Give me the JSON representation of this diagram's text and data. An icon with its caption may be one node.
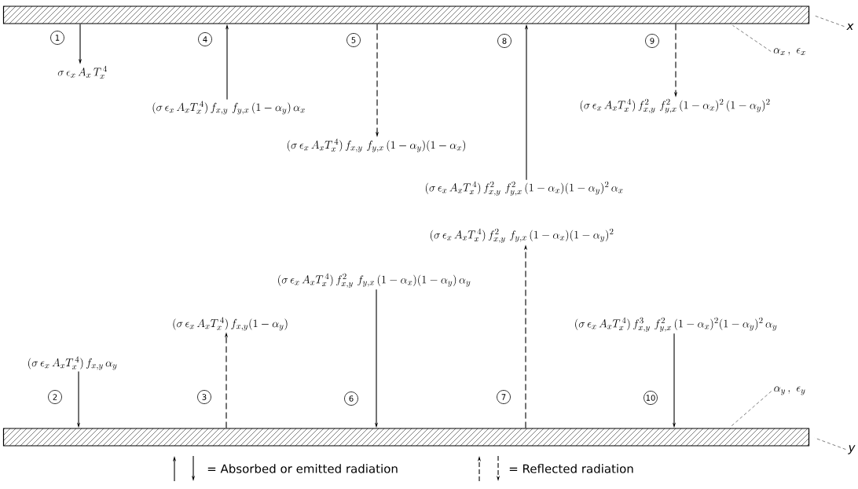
{
  "diagram": {
    "nodes": [
      {
        "text": [],
        "shape": "bar"
      },
      {
        "text": [
          "x"
        ]
      },
      {
        "text": [
          "\\alpha_x\\,,\\ \\epsilon_x"
        ]
      },
      {
        "text": [
          "\\sigma\\,\\epsilon_x\\,A_x\\,T_x^{\\,4}"
        ]
      },
      {
        "text": [
          "(\\sigma\\,\\epsilon_x\\,A_x T_x^{\\,4})\\,f_{x,y}\\ f_{y,x}\\,(1-\\alpha_y)\\,\\alpha_x"
        ]
      },
      {
        "text": [
          "(\\sigma\\,\\epsilon_x\\,A_x T_x^{\\,4})\\,f_{x,y}^2\\ f_{y,x}^2\\,(1-\\alpha_x)^2\\,(1-\\alpha_y)^2"
        ]
      },
      {
        "text": [
          "(\\sigma\\,\\epsilon_x\\,A_x T_x^{\\,4})\\,f_{x,y}\\ f_{y,x}\\,(1-\\alpha_y)(1-\\alpha_x)"
        ]
      },
      {
        "text": [
          "(\\sigma\\,\\epsilon_x\\,A_x T_x^{\\,4})\\,f_{x,y}^2\\ f_{y,x}^2\\,(1-\\alpha_x)(1-\\alpha_y)^2\\,\\alpha_x"
        ]
      },
      {
        "text": [
          "(\\sigma\\,\\epsilon_x\\,A_x T_x^{\\,4})\\,f_{x,y}^2\\ f_{y,x}\\,(1-\\alpha_x)(1-\\alpha_y)^2"
        ]
      },
      {
        "text": [
          "(\\sigma\\,\\epsilon_x\\,A_x T_x^{\\,4})\\,f_{x,y}^2\\ f_{y,x}\\,(1-\\alpha_x)(1-\\alpha_y)\\,\\alpha_y"
        ]
      },
      {
        "text": [
          "(\\sigma\\,\\epsilon_x\\,A_x T_x^{\\,4})\\,f_{x,y}(1-\\alpha_y)"
        ]
      },
      {
        "text": [
          "(\\sigma\\,\\epsilon_x\\,A_x T_x^{\\,4})\\,f_{x,y}^3\\ f_{y,x}^2\\,(1-\\alpha_x)^2(1-\\alpha_y)^2\\,\\alpha_y"
        ]
      },
      {
        "text": [
          "(\\sigma\\,\\epsilon_x\\,A_x T_x^{\\,4})\\,f_{x,y}\\,\\alpha_y"
        ]
      },
      {
        "text": [
          "\\alpha_y\\,,\\ \\epsilon_y"
        ]
      },
      {
        "text": [],
        "shape": "bar"
      },
      {
        "text": [
          "y"
        ]
      }
    ],
    "edges": [
      {
        "from": 0,
        "to": 3,
        "arrow": "to"
      },
      {
        "from": 4,
        "to": 0,
        "arrow": "to"
      },
      {
        "from": 0,
        "to": 6,
        "arrow": "to",
        "style": "dashed"
      },
      {
        "from": 7,
        "to": 0,
        "arrow": "to"
      },
      {
        "from": 0,
        "to": 5,
        "arrow": "to",
        "style": "dashed"
      },
      {
        "from": 14,
        "to": 8,
        "arrow": "to",
        "style": "dashed"
      },
      {
        "from": 9,
        "to": 14,
        "arrow": "to"
      },
      {
        "from": 14,
        "to": 10,
        "arrow": "to",
        "style": "dashed"
      },
      {
        "from": 11,
        "to": 14,
        "arrow": "to"
      },
      {
        "from": 12,
        "to": 14,
        "arrow": "to"
      },
      {
        "from": 1,
        "to": 0,
        "arrow": "none",
        "style": "dashed"
      },
      {
        "from": 2,
        "to": 0,
        "arrow": "none",
        "style": "dashed"
      },
      {
        "from": 13,
        "to": 14,
        "arrow": "none",
        "style": "dashed"
      },
      {
        "from": 15,
        "to": 14,
        "arrow": "none",
        "style": "dashed"
      }
    ],
    "labels": [
      "1",
      "4",
      "5",
      "8",
      "9",
      "2",
      "3",
      "6",
      "7",
      "10"
    ],
    "legend": [
      {
        "text": "= Absorbed or emitted radiation"
      },
      {
        "text": "= Reflected radiation"
      }
    ]
  }
}
